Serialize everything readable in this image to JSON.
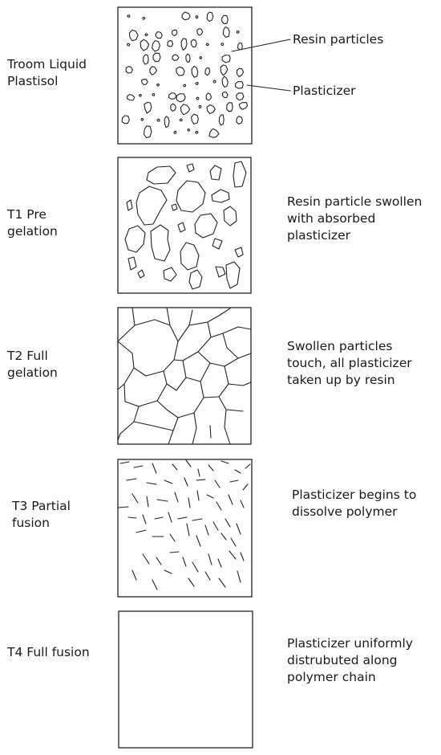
{
  "stages": [
    {
      "id": "troom",
      "label": "Troom Liquid\nPlastisol",
      "description": ""
    },
    {
      "id": "t1",
      "label": "T1 Pre\ngelation",
      "description": "Resin particle swollen\nwith absorbed\nplasticizer"
    },
    {
      "id": "t2",
      "label": "T2 Full\ngelation",
      "description": "Swollen particles\ntouch, all plasticizer\ntaken up by resin"
    },
    {
      "id": "t3",
      "label": "T3 Partial\nfusion",
      "description": "Plasticizer begins to\ndissolve polymer"
    },
    {
      "id": "t4",
      "label": "T4 Full fusion",
      "description": "Plasticizer uniformly\ndistrubuted along\npolymer chain"
    }
  ],
  "annotations": {
    "resin_particles": "Resin particles",
    "plasticizer": "Plasticizer"
  }
}
